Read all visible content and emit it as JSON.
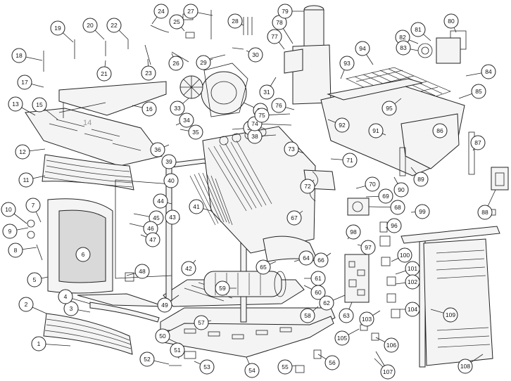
{
  "diagram": {
    "ghost_label": "14",
    "callouts": [
      {
        "id": "c1",
        "n": "1"
      },
      {
        "id": "c2",
        "n": "2"
      },
      {
        "id": "c3",
        "n": "3"
      },
      {
        "id": "c4",
        "n": "4"
      },
      {
        "id": "c5",
        "n": "5"
      },
      {
        "id": "c6",
        "n": "6"
      },
      {
        "id": "c7",
        "n": "7"
      },
      {
        "id": "c8",
        "n": "8"
      },
      {
        "id": "c9",
        "n": "9"
      },
      {
        "id": "c10",
        "n": "10"
      },
      {
        "id": "c11",
        "n": "11"
      },
      {
        "id": "c12",
        "n": "12"
      },
      {
        "id": "c13",
        "n": "13"
      },
      {
        "id": "c15",
        "n": "15"
      },
      {
        "id": "c16",
        "n": "16"
      },
      {
        "id": "c17",
        "n": "17"
      },
      {
        "id": "c18",
        "n": "18"
      },
      {
        "id": "c19",
        "n": "19"
      },
      {
        "id": "c20",
        "n": "20"
      },
      {
        "id": "c21",
        "n": "21"
      },
      {
        "id": "c22",
        "n": "22"
      },
      {
        "id": "c23",
        "n": "23"
      },
      {
        "id": "c24",
        "n": "24"
      },
      {
        "id": "c25",
        "n": "25"
      },
      {
        "id": "c26",
        "n": "26"
      },
      {
        "id": "c27",
        "n": "27"
      },
      {
        "id": "c28",
        "n": "28"
      },
      {
        "id": "c29",
        "n": "29"
      },
      {
        "id": "c30",
        "n": "30"
      },
      {
        "id": "c31",
        "n": "31"
      },
      {
        "id": "c32",
        "n": "32"
      },
      {
        "id": "c33",
        "n": "33"
      },
      {
        "id": "c34",
        "n": "34"
      },
      {
        "id": "c35",
        "n": "35"
      },
      {
        "id": "c36",
        "n": "36"
      },
      {
        "id": "c37",
        "n": "37"
      },
      {
        "id": "c38",
        "n": "38"
      },
      {
        "id": "c39",
        "n": "39"
      },
      {
        "id": "c40",
        "n": "40"
      },
      {
        "id": "c41",
        "n": "41"
      },
      {
        "id": "c42",
        "n": "42"
      },
      {
        "id": "c43",
        "n": "43"
      },
      {
        "id": "c44",
        "n": "44"
      },
      {
        "id": "c45",
        "n": "45"
      },
      {
        "id": "c46",
        "n": "46"
      },
      {
        "id": "c47",
        "n": "47"
      },
      {
        "id": "c48",
        "n": "48"
      },
      {
        "id": "c49",
        "n": "49"
      },
      {
        "id": "c50",
        "n": "50"
      },
      {
        "id": "c51",
        "n": "51"
      },
      {
        "id": "c52",
        "n": "52"
      },
      {
        "id": "c53",
        "n": "53"
      },
      {
        "id": "c54",
        "n": "54"
      },
      {
        "id": "c55",
        "n": "55"
      },
      {
        "id": "c56",
        "n": "56"
      },
      {
        "id": "c57",
        "n": "57"
      },
      {
        "id": "c58",
        "n": "58"
      },
      {
        "id": "c59",
        "n": "59"
      },
      {
        "id": "c60",
        "n": "60"
      },
      {
        "id": "c61",
        "n": "61"
      },
      {
        "id": "c62",
        "n": "62"
      },
      {
        "id": "c63",
        "n": "63"
      },
      {
        "id": "c64",
        "n": "64"
      },
      {
        "id": "c65",
        "n": "65"
      },
      {
        "id": "c66",
        "n": "66"
      },
      {
        "id": "c67",
        "n": "67"
      },
      {
        "id": "c68",
        "n": "68"
      },
      {
        "id": "c69",
        "n": "69"
      },
      {
        "id": "c70",
        "n": "70"
      },
      {
        "id": "c71",
        "n": "71"
      },
      {
        "id": "c72",
        "n": "72"
      },
      {
        "id": "c73",
        "n": "73"
      },
      {
        "id": "c74",
        "n": "74"
      },
      {
        "id": "c75",
        "n": "75"
      },
      {
        "id": "c76",
        "n": "76"
      },
      {
        "id": "c77",
        "n": "77"
      },
      {
        "id": "c78",
        "n": "78"
      },
      {
        "id": "c79",
        "n": "79"
      },
      {
        "id": "c80",
        "n": "80"
      },
      {
        "id": "c81",
        "n": "81"
      },
      {
        "id": "c82",
        "n": "82"
      },
      {
        "id": "c83",
        "n": "83"
      },
      {
        "id": "c84",
        "n": "84"
      },
      {
        "id": "c85",
        "n": "85"
      },
      {
        "id": "c86",
        "n": "86"
      },
      {
        "id": "c87",
        "n": "87"
      },
      {
        "id": "c88",
        "n": "88"
      },
      {
        "id": "c89",
        "n": "89"
      },
      {
        "id": "c90",
        "n": "90"
      },
      {
        "id": "c91",
        "n": "91"
      },
      {
        "id": "c92",
        "n": "92"
      },
      {
        "id": "c93",
        "n": "93"
      },
      {
        "id": "c94",
        "n": "94"
      },
      {
        "id": "c95",
        "n": "95"
      },
      {
        "id": "c96",
        "n": "96"
      },
      {
        "id": "c97",
        "n": "97"
      },
      {
        "id": "c98",
        "n": "98"
      },
      {
        "id": "c99",
        "n": "99"
      },
      {
        "id": "c100",
        "n": "100"
      },
      {
        "id": "c101",
        "n": "101"
      },
      {
        "id": "c102",
        "n": "102"
      },
      {
        "id": "c103",
        "n": "103"
      },
      {
        "id": "c104",
        "n": "104"
      },
      {
        "id": "c105",
        "n": "105"
      },
      {
        "id": "c106",
        "n": "106"
      },
      {
        "id": "c107",
        "n": "107"
      },
      {
        "id": "c108",
        "n": "108"
      },
      {
        "id": "c109",
        "n": "109"
      }
    ]
  }
}
